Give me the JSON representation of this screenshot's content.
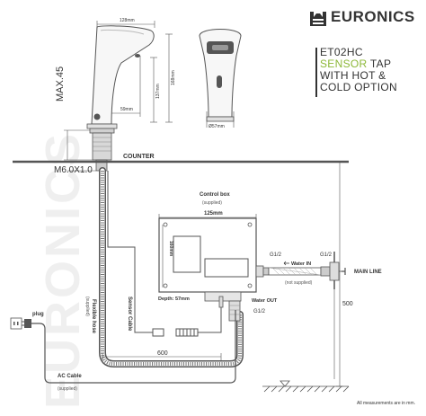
{
  "brand": {
    "name": "EURONICS",
    "watermark": "EURONICS",
    "colors": {
      "ink": "#333333",
      "accent": "#8db838",
      "watermark": "#efefef"
    }
  },
  "product": {
    "line1": "ET02HC",
    "line2_accent": "SENSOR",
    "line2_rest": " TAP",
    "line3": "WITH HOT &",
    "line4": "COLD OPTION"
  },
  "dimensions": {
    "top_width": "128mm",
    "reach": "59mm",
    "body_height": "137mm",
    "total_height": "168mm",
    "base_diameter": "Ø57mm",
    "max_deck": "MAX.45",
    "thread": "M6.0X1.0",
    "box_width": "125mm",
    "box_height": "160mm",
    "box_depth": "Depth: 57mm",
    "hose_length": "600",
    "drop_height": "500"
  },
  "labels": {
    "counter": "COUNTER",
    "control_box": "Control box",
    "supplied": "(supplied)",
    "not_supplied": "(not supplied)",
    "g12": "G1/2",
    "water_in": "Water IN",
    "water_out": "Water OUT",
    "main_line": "MAIN LINE",
    "flexible_hose": "Flexible hose",
    "sensor_cable": "Sensor Cable",
    "plug": "plug",
    "ac_cable": "AC Cable",
    "footnote": "All measurements are in mm."
  }
}
